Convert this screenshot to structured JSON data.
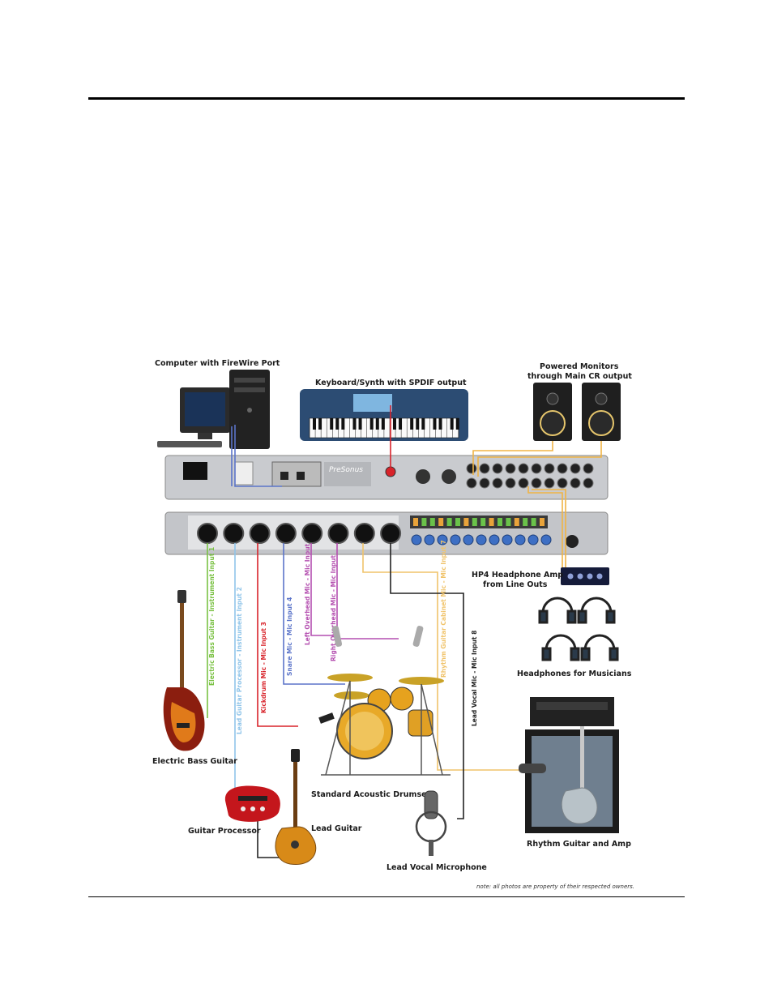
{
  "colors": {
    "firewire": "#5b74c9",
    "spdif": "#d8232a",
    "monitor": "#f0b445",
    "bass": "#7ac143",
    "proc": "#8fc4e9",
    "kick": "#d8232a",
    "snare": "#5b74c9",
    "overhead": "#b44fb0",
    "rhythm": "#f0c36a",
    "vocal": "#222222"
  },
  "labels": {
    "computer": "Computer with FireWire Port",
    "keyboard": "Keyboard/Synth with SPDIF output",
    "monitors_1": "Powered Monitors",
    "monitors_2": "through Main CR output",
    "hp4_1": "HP4 Headphone Amp",
    "hp4_2": "from Line Outs",
    "headphones": "Headphones for Musicians",
    "bass": "Electric Bass Guitar",
    "drums": "Standard Acoustic Drumset",
    "processor": "Guitar Processor",
    "lead_guitar": "Lead Guitar",
    "vocal_mic": "Lead Vocal Microphone",
    "rhythm_amp": "Rhythm Guitar and Amp",
    "brand": "PreSonus"
  },
  "cables": {
    "input1": "Electric Bass Guitar - Instrument Input 1",
    "input2": "Lead Guitar Processor - Instrument Input 2",
    "input3": "Kickdrum Mic - Mic Input 3",
    "input4": "Snare Mic - Mic Input 4",
    "input5": "Left Overhead Mic - Mic Input",
    "input6": "Right Overhead Mic - Mic Input",
    "input7": "Rhythm Guitar Cabinet Mic - Mic Input 7",
    "input8": "Lead Vocal Mic - Mic Input 8"
  },
  "note": "note: all photos are property of their respected owners."
}
